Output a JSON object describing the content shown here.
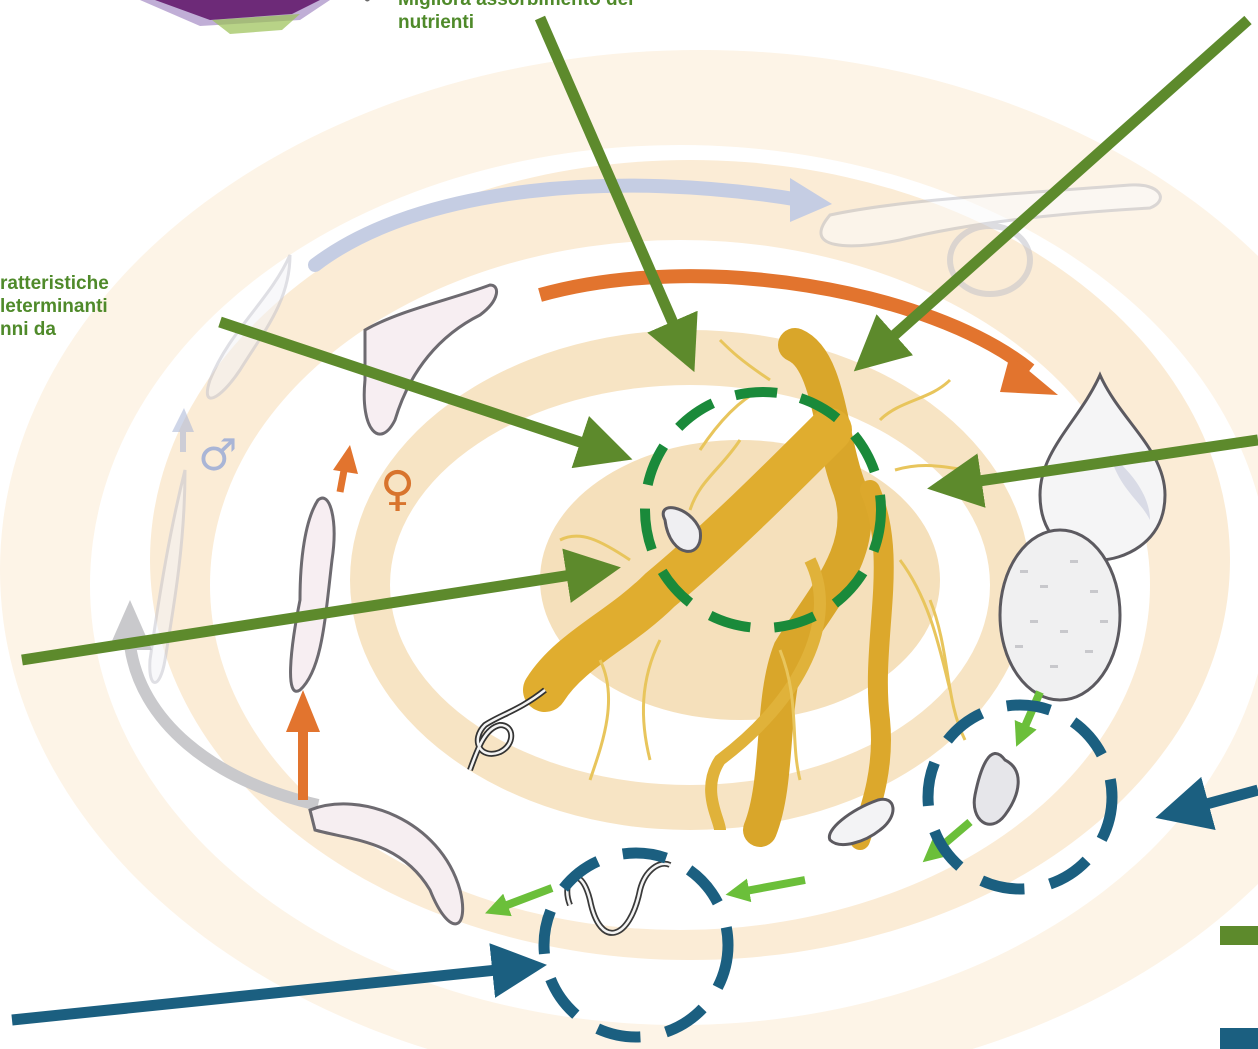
{
  "top_note": {
    "bullet": "•",
    "line1": "Migliora assorbimento dei",
    "line2": "nutrienti"
  },
  "left_note": {
    "line1": "ratteristiche",
    "line2": "leterminanti",
    "line3": "nni da"
  },
  "symbols": {
    "male": "♂",
    "female": "♀"
  },
  "colors": {
    "green_arrow": "#5d8a2c",
    "blue_arrow": "#1b5f80",
    "orange_arrow": "#e2742e",
    "root": "#d9a62a",
    "ring": "#fbeed9",
    "green_circle": "#1a8a3a",
    "blue_circle": "#1b5f80"
  }
}
